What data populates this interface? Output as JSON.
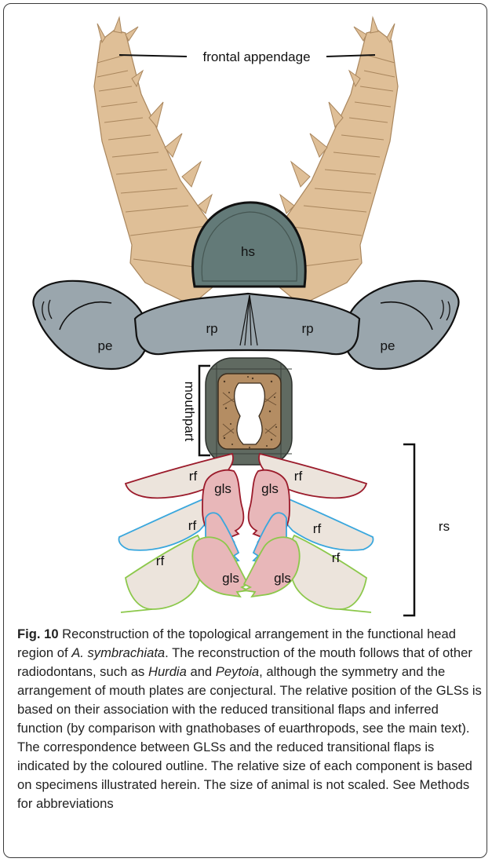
{
  "figure": {
    "labels": {
      "frontal_appendage": "frontal appendage",
      "hs": "hs",
      "rp_left": "rp",
      "rp_right": "rp",
      "pe_left": "pe",
      "pe_right": "pe",
      "mouthpart": "mouthpart",
      "rf_top_left": "rf",
      "rf_top_right": "rf",
      "rf_mid_left": "rf",
      "rf_mid_right": "rf",
      "rf_bottom_left": "rf",
      "rf_bottom_right": "rf",
      "gls_top_left": "gls",
      "gls_top_right": "gls",
      "gls_bottom_left": "gls",
      "gls_bottom_right": "gls",
      "rs": "rs"
    },
    "colors": {
      "appendage": "#dfbf97",
      "plate": "#9aa6ad",
      "hs": "#637a78",
      "mouth_plates": "#606a61",
      "mouth_center": "#b48d63",
      "gls_fill": "#e8b7b9",
      "rf_fill": "#ece4dc",
      "outline_red": "#9b1b2b",
      "outline_blue": "#3aa7dd",
      "outline_green": "#8cc84b"
    }
  },
  "caption": {
    "fig_label": "Fig. 10",
    "text_1": " Reconstruction of the topological arrangement in the functional head region of ",
    "species": "A. symbrachiata",
    "text_2": ". The reconstruction of the mouth follows that of other radiodontans, such as ",
    "genus_1": "Hurdia",
    "text_3": " and ",
    "genus_2": "Peytoia",
    "text_4": ", although the symmetry and the arrangement of mouth plates are conjectural. The relative position of the GLSs is based on their association with the reduced transitional flaps and inferred function (by comparison with gnathobases of euarthropods, see the main text). The correspondence between GLSs and the reduced transitional flaps is indicated by the coloured outline. The relative size of each component is based on specimens illustrated herein. The size of animal is not scaled. See Methods for abbreviations"
  }
}
